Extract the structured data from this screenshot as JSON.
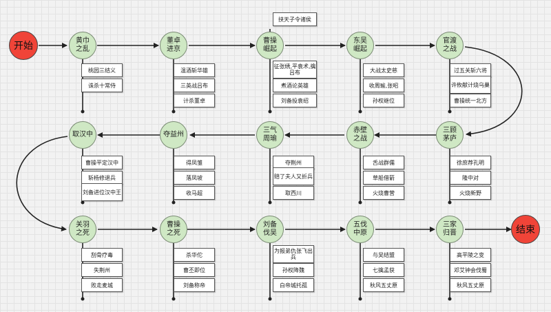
{
  "start": "开始",
  "end": "结束",
  "top_note": "挟天子令诸侯",
  "nodes": {
    "huangjin": "黄巾\n之乱",
    "dongzhuo": "董卓\n进京",
    "caocao_rise": "曹操\n崛起",
    "dongwu": "东吴\n崛起",
    "guandu": "官渡\n之战",
    "sangu": "三顾\n茅庐",
    "chibi": "赤壁\n之战",
    "sanqi": "三气\n周瑜",
    "yizhou": "夺益州",
    "hanzhong": "取汉中",
    "guanyu": "关羽\n之死",
    "caocao_death": "曹操\n之死",
    "liubei": "刘备\n伐吴",
    "wufa": "五伐\n中原",
    "sanjia": "三家\n归晋"
  },
  "notes": {
    "huangjin": [
      "桃园三结义",
      "诛杀十常侍"
    ],
    "dongzhuo": [
      "温酒斩华雄",
      "三英战吕布",
      "计杀董卓"
    ],
    "caocao_rise": [
      "征张绣,平袁术,擒吕布",
      "煮酒论英雄",
      "刘备投袁绍"
    ],
    "dongwu": [
      "大战太史慈",
      "收周瑜,张昭",
      "孙权继位"
    ],
    "guandu": [
      "过五关斩六将",
      "许攸献计烧乌巢",
      "曹操统一北方"
    ],
    "sangu": [
      "徐庶荐孔明",
      "隆中对",
      "火烧新野"
    ],
    "chibi": [
      "舌战群儒",
      "草船借箭",
      "火烧曹营"
    ],
    "sanqi": [
      "夺荆州",
      "赔了夫人又折兵",
      "取西川"
    ],
    "yizhou": [
      "得凤雏",
      "落凤坡",
      "收马超"
    ],
    "hanzhong": [
      "曹操平定汉中",
      "斩杨修退兵",
      "刘备进位汉中王"
    ],
    "guanyu": [
      "刮骨疗毒",
      "失荆州",
      "败走麦城"
    ],
    "caocao_death": [
      "杀华佗",
      "曹丕即位",
      "刘备称帝"
    ],
    "liubei": [
      "为报弟仇张飞出兵",
      "孙权降魏",
      "白帝城托孤"
    ],
    "wufa": [
      "与吴结盟",
      "七擒孟获",
      "秋风五丈原"
    ],
    "sanjia": [
      "高平陵之变",
      "邓艾钟会伐蜀",
      "秋风五丈原"
    ]
  },
  "colors": {
    "node_fill": "#cfe8c4",
    "terminal_fill": "#f04438",
    "line": "#222222"
  }
}
